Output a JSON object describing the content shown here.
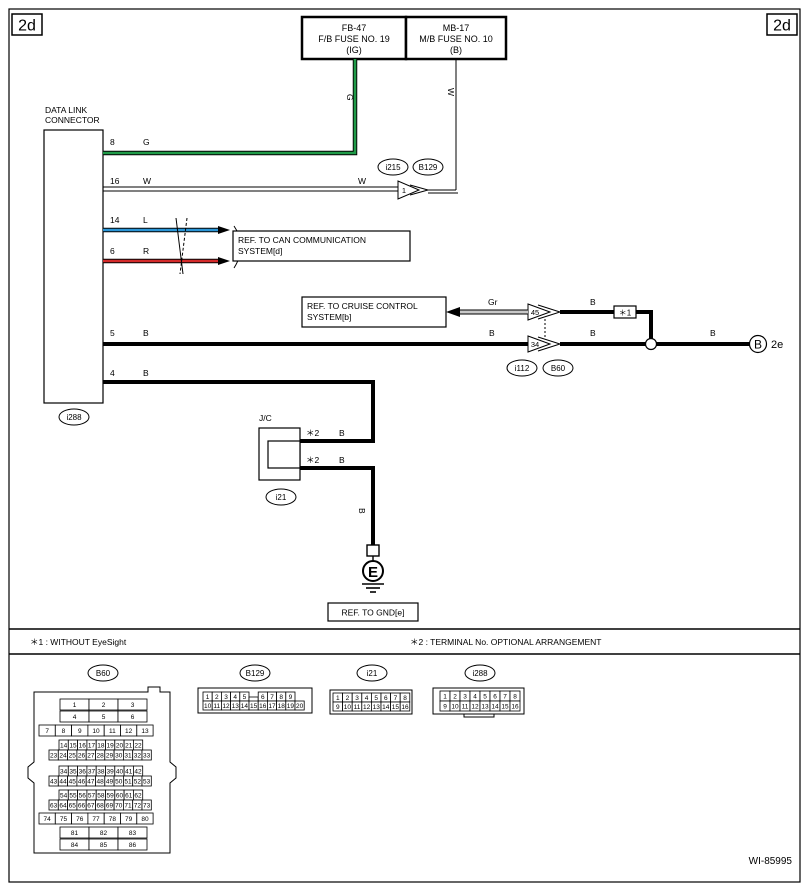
{
  "page": {
    "tag_left": "2d",
    "tag_right": "2d",
    "figure_id": "WI-85995"
  },
  "fuses": {
    "fb47": {
      "line1": "FB-47",
      "line2": "F/B FUSE NO. 19",
      "line3": "(IG)"
    },
    "mb17": {
      "line1": "MB-17",
      "line2": "M/B FUSE NO. 10",
      "line3": "(B)"
    }
  },
  "dlc": {
    "title1": "DATA LINK",
    "title2": "CONNECTOR",
    "connector_id": "i288"
  },
  "wires": {
    "w8": {
      "pin": "8",
      "color": "G"
    },
    "w16": {
      "pin": "16",
      "color": "W"
    },
    "w14": {
      "pin": "14",
      "color": "L"
    },
    "w6": {
      "pin": "6",
      "color": "R"
    },
    "w5": {
      "pin": "5",
      "color": "B"
    },
    "w4": {
      "pin": "4",
      "color": "B"
    },
    "g_vertical": "G",
    "w_vertical": "W",
    "w16_right": "W",
    "gr": "Gr",
    "b_top_left": "B",
    "b_top_right": "B",
    "b_mid_right": "B",
    "b_end": "B",
    "b_vertical": "B"
  },
  "refs": {
    "can_line1": "REF. TO CAN COMMUNICATION",
    "can_line2": "SYSTEM[d]",
    "cruise_line1": "REF. TO CRUISE CONTROL",
    "cruise_line2": "SYSTEM[b]",
    "gnd": "REF. TO GND[e]"
  },
  "inline_connectors": {
    "i215": "i215",
    "b129": "B129",
    "pin1": "1",
    "pin45": "45",
    "pin34": "34",
    "i112": "i112",
    "b60": "B60",
    "star1": "＊1"
  },
  "jc": {
    "label": "J/C",
    "star1": "＊2",
    "star2": "＊2",
    "color1": "B",
    "color2": "B",
    "connector_id": "i21"
  },
  "offpage": {
    "symbol": "B",
    "label": "2e"
  },
  "ground": {
    "symbol": "E"
  },
  "notes": {
    "note1": "＊1  : WITHOUT EyeSight",
    "note2": "＊2  : TERMINAL No. OPTIONAL ARRANGEMENT"
  },
  "connector_views": {
    "b60": {
      "title": "B60",
      "rows": [
        [
          "1",
          "2",
          "3"
        ],
        [
          "4",
          "5",
          "6"
        ],
        [
          "7",
          "8",
          "9",
          "10",
          "11",
          "12",
          "13"
        ],
        [
          "14",
          "15",
          "16",
          "17",
          "18",
          "19",
          "20",
          "21",
          "22"
        ],
        [
          "23",
          "24",
          "25",
          "26",
          "27",
          "28",
          "29",
          "30",
          "31",
          "32",
          "33"
        ],
        [
          "34",
          "35",
          "36",
          "37",
          "38",
          "39",
          "40",
          "41",
          "42"
        ],
        [
          "43",
          "44",
          "45",
          "46",
          "47",
          "48",
          "49",
          "50",
          "51",
          "52",
          "53"
        ],
        [
          "54",
          "55",
          "56",
          "57",
          "58",
          "59",
          "60",
          "61",
          "62"
        ],
        [
          "63",
          "64",
          "65",
          "66",
          "67",
          "68",
          "69",
          "70",
          "71",
          "72",
          "73"
        ],
        [
          "74",
          "75",
          "76",
          "77",
          "78",
          "79",
          "80"
        ],
        [
          "81",
          "82",
          "83"
        ],
        [
          "84",
          "85",
          "86"
        ]
      ]
    },
    "b129": {
      "title": "B129",
      "row1": [
        "1",
        "2",
        "3",
        "4",
        "5",
        "",
        "6",
        "7",
        "8",
        "9"
      ],
      "row2": [
        "10",
        "11",
        "12",
        "13",
        "14",
        "15",
        "16",
        "17",
        "18",
        "19",
        "20"
      ]
    },
    "i21": {
      "title": "i21",
      "row1": [
        "1",
        "2",
        "3",
        "4",
        "5",
        "6",
        "7",
        "8"
      ],
      "row2": [
        "9",
        "10",
        "11",
        "12",
        "13",
        "14",
        "15",
        "16"
      ]
    },
    "i288": {
      "title": "i288",
      "row1": [
        "1",
        "2",
        "3",
        "4",
        "5",
        "6",
        "7",
        "8"
      ],
      "row2": [
        "9",
        "10",
        "11",
        "12",
        "13",
        "14",
        "15",
        "16"
      ]
    }
  },
  "colors": {
    "green": "#1f9a47",
    "blue": "#2a95d6",
    "red": "#d42a2a",
    "gray": "#c8c8c8",
    "black": "#000000"
  }
}
